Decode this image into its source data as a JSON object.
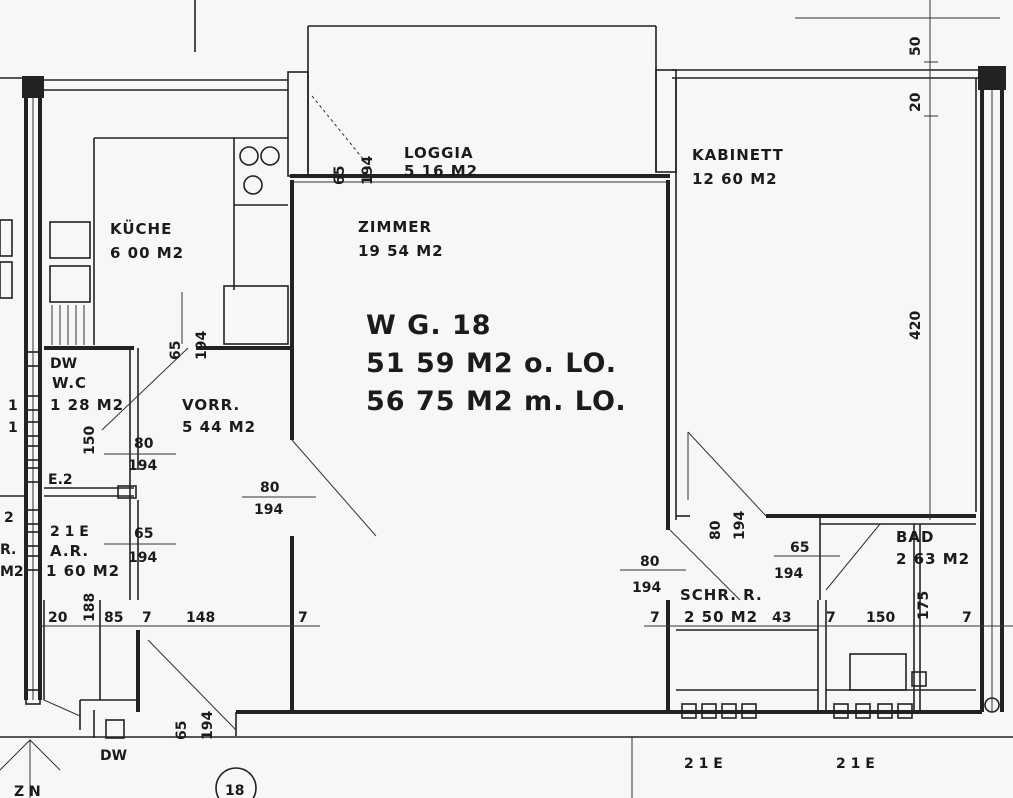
{
  "unit": {
    "code": "W G.  18",
    "area_without_loggia": "51 59 M2  o. LO.",
    "area_with_loggia": "56 75 M2  m. LO."
  },
  "rooms": {
    "loggia": {
      "name": "LOGGIA",
      "area": "5 16 M2"
    },
    "kabinett": {
      "name": "KABINETT",
      "area": "12 60 M2"
    },
    "kueche": {
      "name": "KÜCHE",
      "area": "6 00 M2"
    },
    "zimmer": {
      "name": "ZIMMER",
      "area": "19 54 M2"
    },
    "vorr": {
      "name": "VORR.",
      "area": "5 44 M2"
    },
    "wc": {
      "name": "W.C",
      "area": "1 28 M2"
    },
    "ar": {
      "name": "A.R.",
      "area": "1 60 M2"
    },
    "schr": {
      "name": "SCHR. R.",
      "area": "2 50 M2"
    },
    "bad": {
      "name": "BAD",
      "area": "2 63 M2"
    }
  },
  "doors": {
    "d1_w": "65",
    "d1_h": "194",
    "d2_w": "65",
    "d2_h": "194",
    "d3_w": "80",
    "d3_h": "194",
    "d4_w": "65",
    "d4_h": "194",
    "d5_w": "80",
    "d5_h": "194",
    "d6_w": "80",
    "d6_h": "194",
    "d7_w": "65",
    "d7_h": "194",
    "d8_w": "80",
    "d8_h": "194",
    "d9_w": "65",
    "d9_h": "194"
  },
  "dimensions": {
    "d_20": "20",
    "d_85": "85",
    "d_7a": "7",
    "d_148": "148",
    "d_7b": "7",
    "d_7c": "7",
    "d_43": "43",
    "d_7d": "7",
    "d_150": "150",
    "d_7e": "7",
    "d_188": "188",
    "d_150v": "150",
    "d_175": "175",
    "d_420": "420",
    "d_20top": "20",
    "d_50top": "50",
    "d_21e_left": "2 1 E",
    "d_21e_a": "2 1 E",
    "d_21e_b": "2 1 E",
    "d_e2": "E.2",
    "d_1a": "1",
    "d_1b": "1",
    "d_2": "2"
  },
  "edge_labels": {
    "dw_bottom": "DW",
    "dw_left": "DW",
    "zn": "Z N",
    "circle_18": "18",
    "m2_left": "M2",
    "r_left": "R."
  }
}
